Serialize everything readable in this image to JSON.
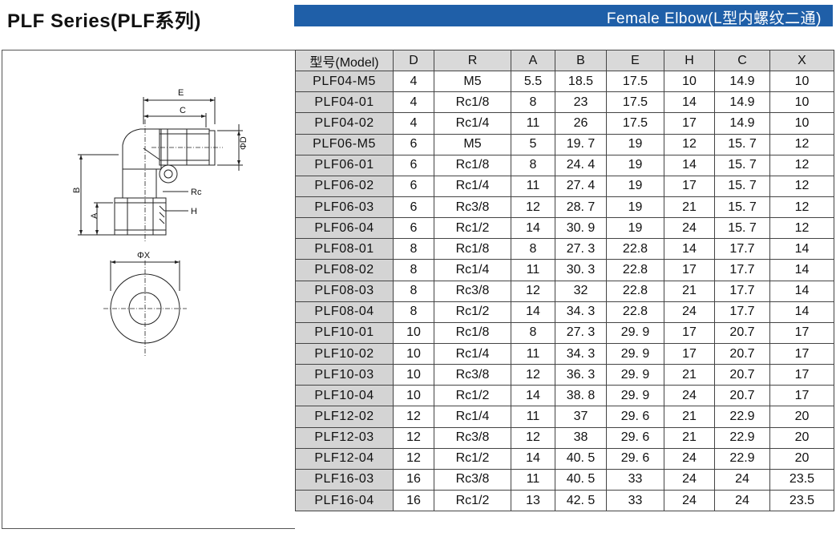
{
  "header": {
    "title": "PLF Series(PLF系列)",
    "banner": "Female Elbow(L型内螺纹二通)"
  },
  "diagram": {
    "labels": {
      "e": "E",
      "c": "C",
      "phi_d": "ΦD",
      "b": "B",
      "a": "A",
      "rc": "Rc",
      "h": "H",
      "phi_x": "ΦX"
    }
  },
  "table": {
    "headers": [
      "型号(Model)",
      "D",
      "R",
      "A",
      "B",
      "E",
      "H",
      "C",
      "X"
    ],
    "rows": [
      [
        "PLF04-M5",
        "4",
        "M5",
        "5.5",
        "18.5",
        "17.5",
        "10",
        "14.9",
        "10"
      ],
      [
        "PLF04-01",
        "4",
        "Rc1/8",
        "8",
        "23",
        "17.5",
        "14",
        "14.9",
        "10"
      ],
      [
        "PLF04-02",
        "4",
        "Rc1/4",
        "11",
        "26",
        "17.5",
        "17",
        "14.9",
        "10"
      ],
      [
        "PLF06-M5",
        "6",
        "M5",
        "5",
        "19. 7",
        "19",
        "12",
        "15. 7",
        "12"
      ],
      [
        "PLF06-01",
        "6",
        "Rc1/8",
        "8",
        "24. 4",
        "19",
        "14",
        "15. 7",
        "12"
      ],
      [
        "PLF06-02",
        "6",
        "Rc1/4",
        "11",
        "27. 4",
        "19",
        "17",
        "15. 7",
        "12"
      ],
      [
        "PLF06-03",
        "6",
        "Rc3/8",
        "12",
        "28. 7",
        "19",
        "21",
        "15. 7",
        "12"
      ],
      [
        "PLF06-04",
        "6",
        "Rc1/2",
        "14",
        "30. 9",
        "19",
        "24",
        "15. 7",
        "12"
      ],
      [
        "PLF08-01",
        "8",
        "Rc1/8",
        "8",
        "27. 3",
        "22.8",
        "14",
        "17.7",
        "14"
      ],
      [
        "PLF08-02",
        "8",
        "Rc1/4",
        "11",
        "30. 3",
        "22.8",
        "17",
        "17.7",
        "14"
      ],
      [
        "PLF08-03",
        "8",
        "Rc3/8",
        "12",
        "32",
        "22.8",
        "21",
        "17.7",
        "14"
      ],
      [
        "PLF08-04",
        "8",
        "Rc1/2",
        "14",
        "34. 3",
        "22.8",
        "24",
        "17.7",
        "14"
      ],
      [
        "PLF10-01",
        "10",
        "Rc1/8",
        "8",
        "27. 3",
        "29. 9",
        "17",
        "20.7",
        "17"
      ],
      [
        "PLF10-02",
        "10",
        "Rc1/4",
        "11",
        "34. 3",
        "29. 9",
        "17",
        "20.7",
        "17"
      ],
      [
        "PLF10-03",
        "10",
        "Rc3/8",
        "12",
        "36. 3",
        "29. 9",
        "21",
        "20.7",
        "17"
      ],
      [
        "PLF10-04",
        "10",
        "Rc1/2",
        "14",
        "38. 8",
        "29. 9",
        "24",
        "20.7",
        "17"
      ],
      [
        "PLF12-02",
        "12",
        "Rc1/4",
        "11",
        "37",
        "29. 6",
        "21",
        "22.9",
        "20"
      ],
      [
        "PLF12-03",
        "12",
        "Rc3/8",
        "12",
        "38",
        "29. 6",
        "21",
        "22.9",
        "20"
      ],
      [
        "PLF12-04",
        "12",
        "Rc1/2",
        "14",
        "40. 5",
        "29. 6",
        "24",
        "22.9",
        "20"
      ],
      [
        "PLF16-03",
        "16",
        "Rc3/8",
        "11",
        "40. 5",
        "33",
        "24",
        "24",
        "23.5"
      ],
      [
        "PLF16-04",
        "16",
        "Rc1/2",
        "13",
        "42. 5",
        "33",
        "24",
        "24",
        "23.5"
      ]
    ]
  }
}
